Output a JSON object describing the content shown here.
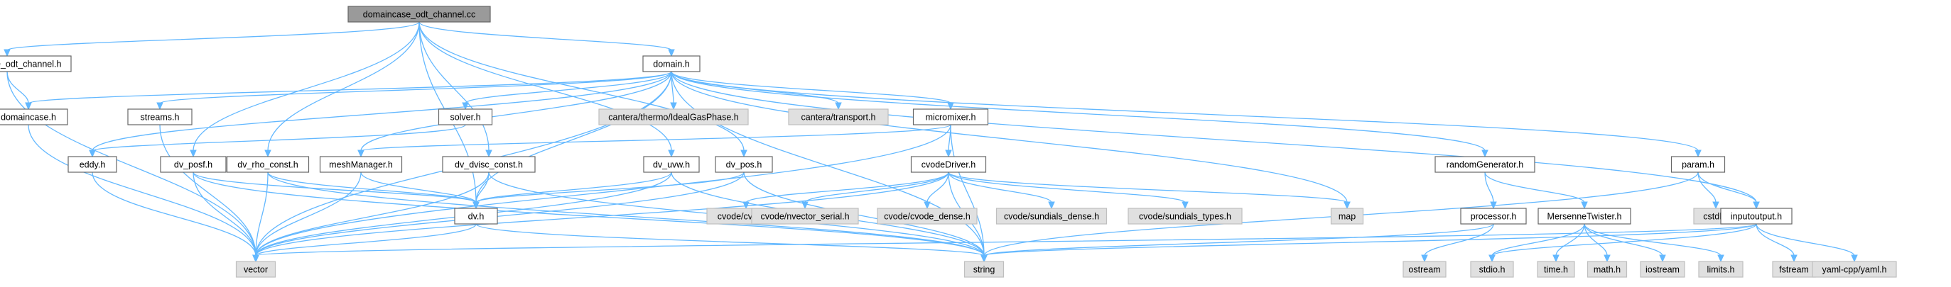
{
  "graph": {
    "edge_color": "#63b8ff",
    "root_fill": "#9a9a9a",
    "local_fill": "#ffffff",
    "system_fill": "#e0e0e0",
    "nodes": [
      {
        "id": "root",
        "label": "domaincase_odt_channel.cc",
        "kind": "root"
      },
      {
        "id": "dcoh",
        "label": "domaincase_odt_channel.h",
        "kind": "local"
      },
      {
        "id": "domain",
        "label": "domain.h",
        "kind": "local"
      },
      {
        "id": "domaincase",
        "label": "domaincase.h",
        "kind": "local"
      },
      {
        "id": "streams",
        "label": "streams.h",
        "kind": "local"
      },
      {
        "id": "solver",
        "label": "solver.h",
        "kind": "local"
      },
      {
        "id": "idealgas",
        "label": "cantera/thermo/IdealGasPhase.h",
        "kind": "system"
      },
      {
        "id": "transport",
        "label": "cantera/transport.h",
        "kind": "system"
      },
      {
        "id": "micromixer",
        "label": "micromixer.h",
        "kind": "local"
      },
      {
        "id": "eddy",
        "label": "eddy.h",
        "kind": "local"
      },
      {
        "id": "dvposf",
        "label": "dv_posf.h",
        "kind": "local"
      },
      {
        "id": "dvrho",
        "label": "dv_rho_const.h",
        "kind": "local"
      },
      {
        "id": "meshmgr",
        "label": "meshManager.h",
        "kind": "local"
      },
      {
        "id": "dvdvisc",
        "label": "dv_dvisc_const.h",
        "kind": "local"
      },
      {
        "id": "dvuvw",
        "label": "dv_uvw.h",
        "kind": "local"
      },
      {
        "id": "dvpos",
        "label": "dv_pos.h",
        "kind": "local"
      },
      {
        "id": "cvodedriver",
        "label": "cvodeDriver.h",
        "kind": "local"
      },
      {
        "id": "randgen",
        "label": "randomGenerator.h",
        "kind": "local"
      },
      {
        "id": "param",
        "label": "param.h",
        "kind": "local"
      },
      {
        "id": "dv",
        "label": "dv.h",
        "kind": "local"
      },
      {
        "id": "cvode",
        "label": "cvode/cvode.h",
        "kind": "system"
      },
      {
        "id": "nvector",
        "label": "cvode/nvector_serial.h",
        "kind": "system"
      },
      {
        "id": "cvodedense",
        "label": "cvode/cvode_dense.h",
        "kind": "system"
      },
      {
        "id": "sundense",
        "label": "cvode/sundials_dense.h",
        "kind": "system"
      },
      {
        "id": "suntypes",
        "label": "cvode/sundials_types.h",
        "kind": "system"
      },
      {
        "id": "map",
        "label": "map",
        "kind": "system"
      },
      {
        "id": "processor",
        "label": "processor.h",
        "kind": "local"
      },
      {
        "id": "mersenne",
        "label": "MersenneTwister.h",
        "kind": "local"
      },
      {
        "id": "cstdlib",
        "label": "cstdlib",
        "kind": "system"
      },
      {
        "id": "inputoutput",
        "label": "inputoutput.h",
        "kind": "local"
      },
      {
        "id": "vector",
        "label": "vector",
        "kind": "system"
      },
      {
        "id": "string",
        "label": "string",
        "kind": "system"
      },
      {
        "id": "ostream",
        "label": "ostream",
        "kind": "system"
      },
      {
        "id": "stdio",
        "label": "stdio.h",
        "kind": "system"
      },
      {
        "id": "time",
        "label": "time.h",
        "kind": "system"
      },
      {
        "id": "math",
        "label": "math.h",
        "kind": "system"
      },
      {
        "id": "iostream",
        "label": "iostream",
        "kind": "system"
      },
      {
        "id": "limits",
        "label": "limits.h",
        "kind": "system"
      },
      {
        "id": "fstream",
        "label": "fstream",
        "kind": "system"
      },
      {
        "id": "yaml",
        "label": "yaml-cpp/yaml.h",
        "kind": "system"
      }
    ],
    "edges": [
      [
        "root",
        "dcoh"
      ],
      [
        "root",
        "domain"
      ],
      [
        "root",
        "dvposf"
      ],
      [
        "root",
        "dvrho"
      ],
      [
        "root",
        "dvdvisc"
      ],
      [
        "root",
        "dv"
      ],
      [
        "root",
        "dvuvw"
      ],
      [
        "root",
        "dvpos"
      ],
      [
        "dcoh",
        "domaincase"
      ],
      [
        "dcoh",
        "vector"
      ],
      [
        "domain",
        "domaincase"
      ],
      [
        "domain",
        "streams"
      ],
      [
        "domain",
        "solver"
      ],
      [
        "domain",
        "idealgas"
      ],
      [
        "domain",
        "transport"
      ],
      [
        "domain",
        "micromixer"
      ],
      [
        "domain",
        "randgen"
      ],
      [
        "domain",
        "param"
      ],
      [
        "domain",
        "inputoutput"
      ],
      [
        "domain",
        "eddy"
      ],
      [
        "domain",
        "meshmgr"
      ],
      [
        "domain",
        "dv"
      ],
      [
        "domain",
        "map"
      ],
      [
        "domain",
        "string"
      ],
      [
        "domain",
        "vector"
      ],
      [
        "domaincase",
        "vector"
      ],
      [
        "streams",
        "vector"
      ],
      [
        "solver",
        "eddy"
      ],
      [
        "micromixer",
        "cvodedriver"
      ],
      [
        "micromixer",
        "meshmgr"
      ],
      [
        "micromixer",
        "vector"
      ],
      [
        "micromixer",
        "string"
      ],
      [
        "eddy",
        "vector"
      ],
      [
        "dvposf",
        "dv"
      ],
      [
        "dvposf",
        "vector"
      ],
      [
        "dvposf",
        "string"
      ],
      [
        "dvrho",
        "dv"
      ],
      [
        "dvrho",
        "vector"
      ],
      [
        "dvrho",
        "string"
      ],
      [
        "meshmgr",
        "dv"
      ],
      [
        "meshmgr",
        "vector"
      ],
      [
        "dvdvisc",
        "dv"
      ],
      [
        "dvdvisc",
        "vector"
      ],
      [
        "dvdvisc",
        "string"
      ],
      [
        "dvuvw",
        "dv"
      ],
      [
        "dvuvw",
        "vector"
      ],
      [
        "dvuvw",
        "string"
      ],
      [
        "dvpos",
        "dv"
      ],
      [
        "dvpos",
        "vector"
      ],
      [
        "dvpos",
        "string"
      ],
      [
        "dv",
        "vector"
      ],
      [
        "dv",
        "string"
      ],
      [
        "cvodedriver",
        "cvode"
      ],
      [
        "cvodedriver",
        "nvector"
      ],
      [
        "cvodedriver",
        "cvodedense"
      ],
      [
        "cvodedriver",
        "sundense"
      ],
      [
        "cvodedriver",
        "suntypes"
      ],
      [
        "cvodedriver",
        "map"
      ],
      [
        "cvodedriver",
        "vector"
      ],
      [
        "cvodedriver",
        "string"
      ],
      [
        "randgen",
        "processor"
      ],
      [
        "randgen",
        "mersenne"
      ],
      [
        "processor",
        "ostream"
      ],
      [
        "processor",
        "string"
      ],
      [
        "mersenne",
        "iostream"
      ],
      [
        "mersenne",
        "limits"
      ],
      [
        "mersenne",
        "stdio"
      ],
      [
        "mersenne",
        "time"
      ],
      [
        "mersenne",
        "math"
      ],
      [
        "param",
        "cstdlib"
      ],
      [
        "param",
        "inputoutput"
      ],
      [
        "param",
        "string"
      ],
      [
        "inputoutput",
        "vector"
      ],
      [
        "inputoutput",
        "string"
      ],
      [
        "inputoutput",
        "fstream"
      ],
      [
        "inputoutput",
        "yaml"
      ],
      [
        "inputoutput",
        "stdio"
      ]
    ]
  }
}
